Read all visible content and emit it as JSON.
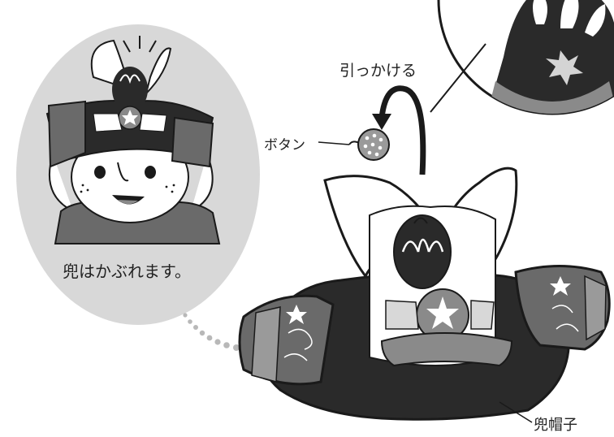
{
  "labels": {
    "hook": "引っかける",
    "button": "ボタン",
    "wear_caption": "兜はかぶれます。",
    "helmet_cap": "兜帽子"
  },
  "colors": {
    "background": "#ffffff",
    "bubble": "#d8d8d8",
    "dark": "#2a2a2a",
    "mid_gray": "#8a8a8a",
    "light_gray": "#b8b8b8",
    "outline": "#1a1a1a"
  },
  "icons": [
    "arrow-curve-icon",
    "button-icon",
    "leader-line",
    "dotted-trail",
    "sparkle-lines-icon"
  ]
}
